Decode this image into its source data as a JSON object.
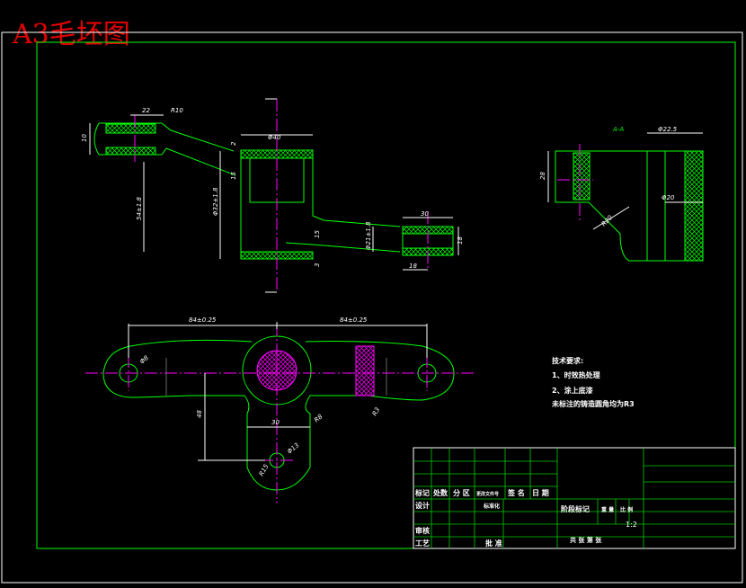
{
  "title": "A3毛坯图",
  "section_label": "A-A",
  "top_view_dims": {
    "d22": "22",
    "r10": "R10",
    "h10": "10",
    "phi40": "Φ40",
    "d2": "2",
    "d15": "15",
    "d54": "54±1.8",
    "phi32": "Φ32±1.8",
    "d15b": "15",
    "d3": "3",
    "d30": "30",
    "phi21": "Φ21±1.8",
    "d18": "18",
    "d18b": "18"
  },
  "plan_view_dims": {
    "d84a": "84±0.25",
    "d84b": "84±0.25",
    "phi8": "Φ8",
    "d30": "30",
    "d48": "48",
    "r8": "R8",
    "r3": "R3",
    "phi13": "Φ13",
    "r15": "R15"
  },
  "section_dims": {
    "phi22": "Φ22.5",
    "d28": "28",
    "phi20": "Φ20",
    "r20": "R20"
  },
  "notes": {
    "heading": "技术要求:",
    "line1": "1、时效热处理",
    "line2": "2、涂上底漆",
    "line3": "未标注的铸造圆角均为R3"
  },
  "title_block": {
    "col_mark": "标记",
    "col_count": "处数",
    "col_zone": "分  区",
    "col_doc": "更改文件号",
    "col_sign": "签  名",
    "col_date": "日  期",
    "design": "设计",
    "standard": "标准化",
    "stage_mark": "阶段标记",
    "weight": "重  量",
    "scale_label": "比  例",
    "review": "审核",
    "process": "工艺",
    "approve": "批  准",
    "sheets": "共    张  第    张",
    "scale": "1:2"
  }
}
